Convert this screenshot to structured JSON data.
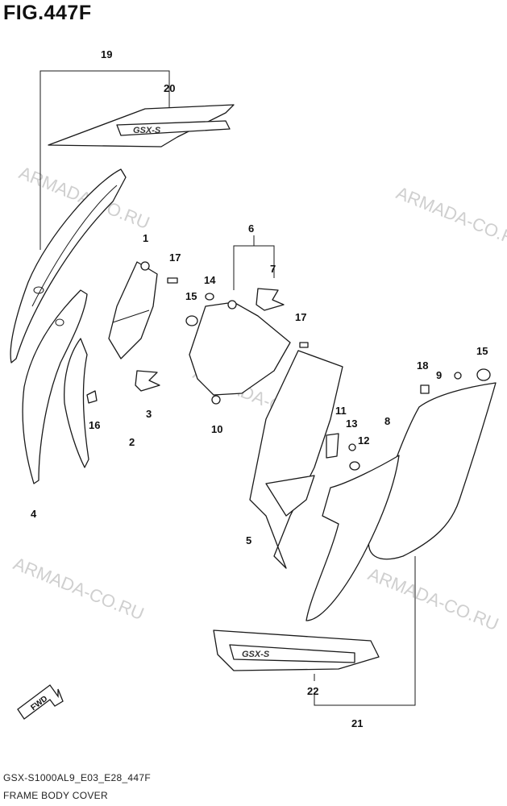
{
  "figure_title": "FIG.447F",
  "footer": {
    "model_code": "GSX-S1000AL9_E03_E28_447F",
    "section_name": "FRAME BODY COVER"
  },
  "watermark": "ARMADA-CO.RU",
  "fwd_label": "FWD",
  "decal_text": "GSX-S",
  "callouts": [
    "19",
    "20",
    "1",
    "17",
    "14",
    "15",
    "6",
    "7",
    "3",
    "2",
    "16",
    "4",
    "10",
    "17",
    "18",
    "9",
    "15",
    "11",
    "13",
    "12",
    "8",
    "5",
    "22",
    "21"
  ]
}
